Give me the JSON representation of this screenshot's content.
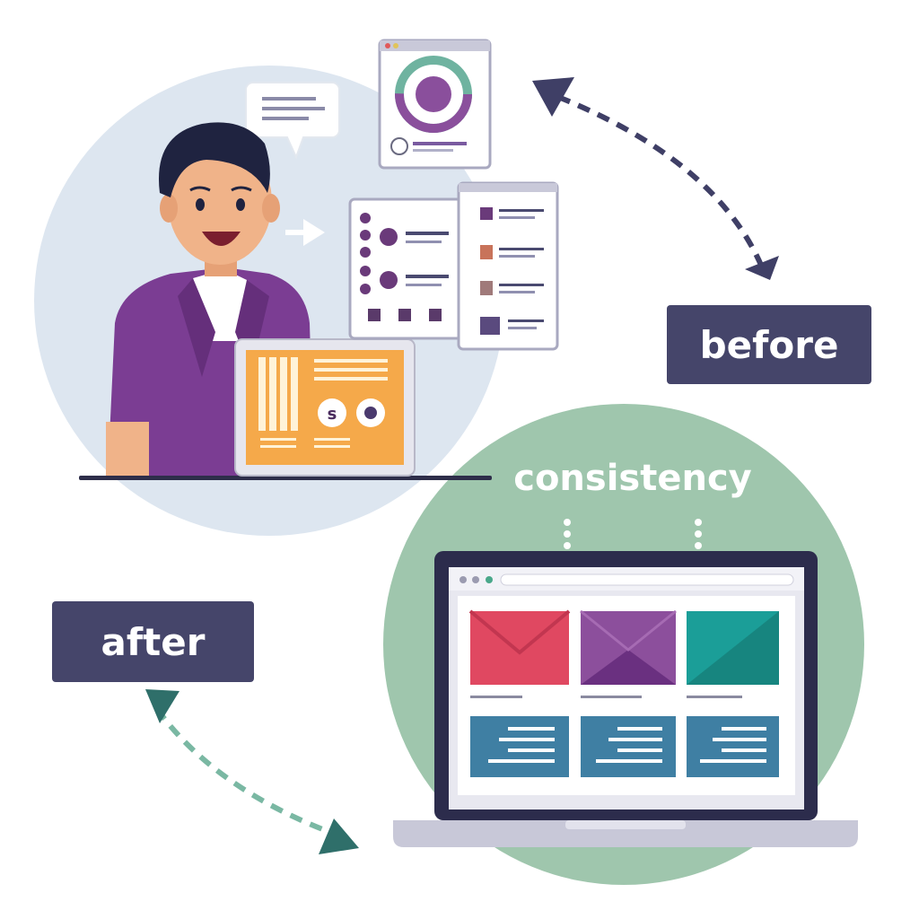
{
  "labels": {
    "before": "before",
    "after": "after",
    "consistency": "consistency"
  },
  "icons": {
    "left_device_badge_1": "s",
    "left_device_badge_2": "gear-icon",
    "arrow_top": "double-arrow-icon",
    "arrow_bottom": "double-arrow-icon",
    "speech": "speech-bubble-icon"
  },
  "colors": {
    "label_bg": "#45456a",
    "circle_before": "#dde6f0",
    "circle_after": "#9fc6ad",
    "arrow_before": "#3f3f66",
    "arrow_after": "#2f7a72",
    "person_jacket": "#7b3d93",
    "tablet_screen": "#f5a94a",
    "card_red": "#e04861",
    "card_purple": "#8c4f9c",
    "card_teal": "#1b9e98",
    "card_blue": "#3f7fa3"
  }
}
